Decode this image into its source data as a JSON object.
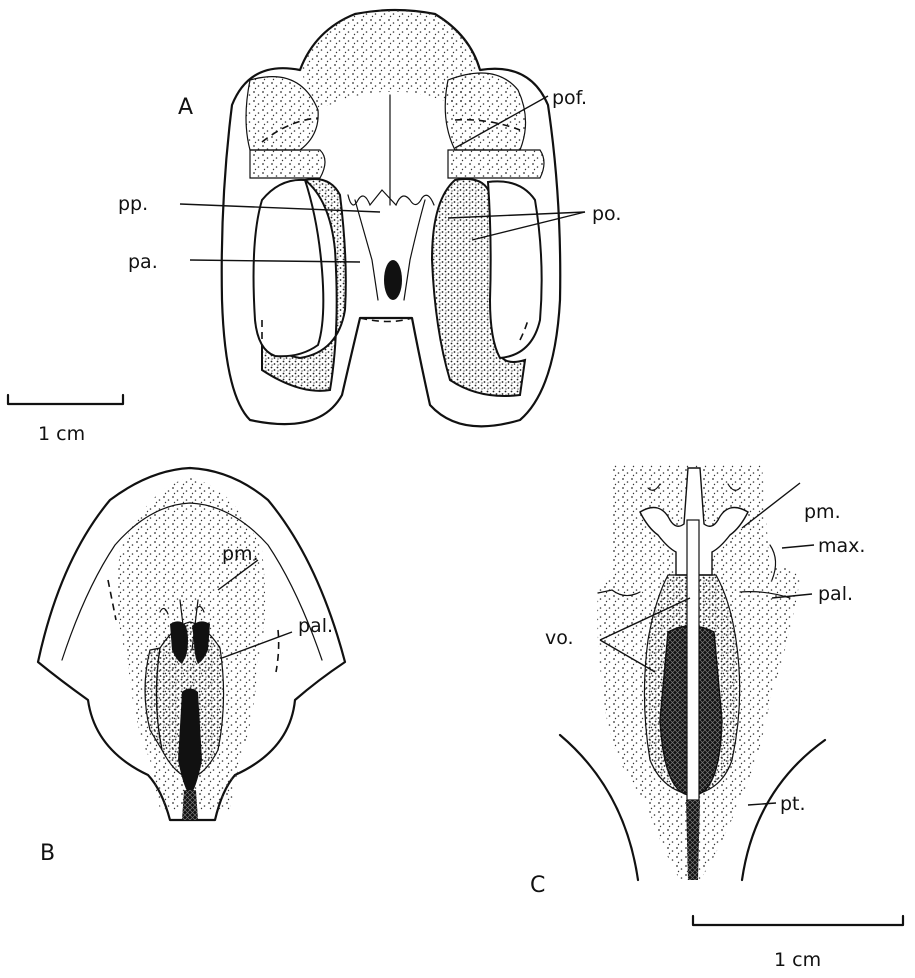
{
  "panels": {
    "a": {
      "letter": "A",
      "labels": {
        "pof": "pof.",
        "pp": "pp.",
        "po": "po.",
        "pa": "pa."
      }
    },
    "b": {
      "letter": "B",
      "labels": {
        "pm": "pm.",
        "pal": "pal."
      }
    },
    "c": {
      "letter": "C",
      "labels": {
        "pm": "pm.",
        "max": "max.",
        "pal": "pal.",
        "vo": "vo.",
        "pt": "pt."
      }
    }
  },
  "scale_bars": {
    "a": {
      "label": "1 cm",
      "length_cm": 1
    },
    "bc": {
      "label": "1 cm",
      "length_cm": 1
    }
  }
}
